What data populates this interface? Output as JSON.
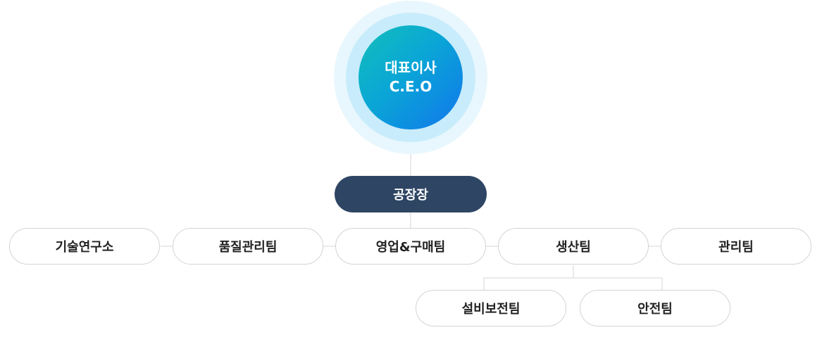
{
  "ceo": {
    "title_ko": "대표이사",
    "title_en": "C.E.O"
  },
  "director": {
    "label": "공장장"
  },
  "teams": {
    "rnd": "기술연구소",
    "quality": "품질관리팀",
    "sales": "영업&구매팀",
    "production": "생산팀",
    "admin": "관리팀"
  },
  "subteams": {
    "facility": "설비보전팀",
    "safety": "안전팀"
  },
  "colors": {
    "director_bg": "#2e4564",
    "ceo_gradient_start": "#12bfb9",
    "ceo_gradient_end": "#1176ec",
    "line": "#d6d6d6"
  }
}
